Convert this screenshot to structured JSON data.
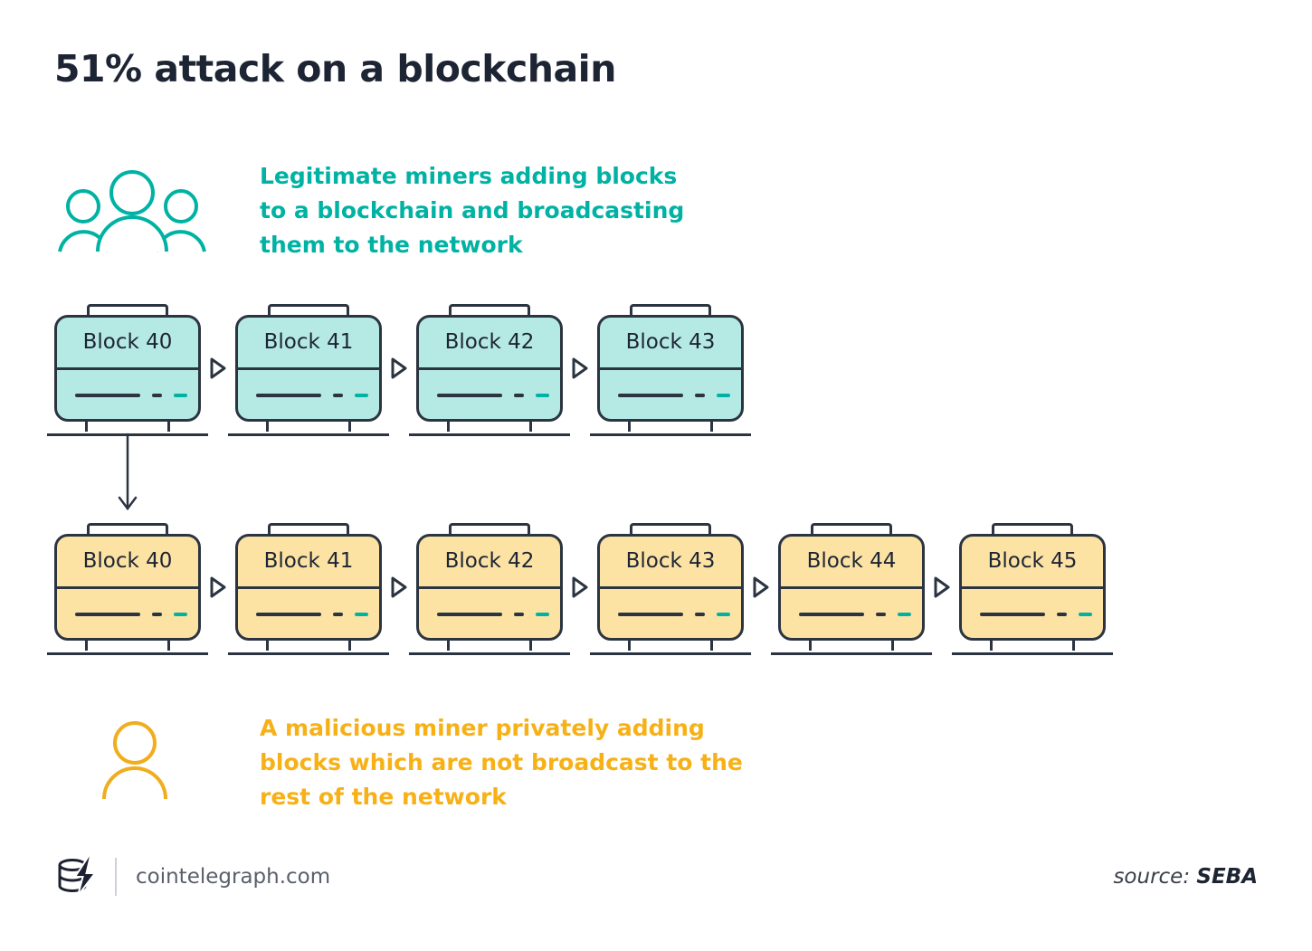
{
  "title": "51% attack on a blockchain",
  "legitimate": {
    "icon": "miners-group-icon",
    "lines": [
      "Legitimate miners adding blocks",
      "to a blockchain and broadcasting",
      "them to the network"
    ]
  },
  "malicious": {
    "icon": "miner-single-icon",
    "lines": [
      "A malicious miner privately adding",
      "blocks which are not broadcast to the",
      "rest of the network"
    ]
  },
  "public_chain": {
    "blocks": [
      "Block 40",
      "Block 41",
      "Block 42",
      "Block 43"
    ]
  },
  "private_chain": {
    "blocks": [
      "Block 40",
      "Block 41",
      "Block 42",
      "Block 43",
      "Block 44",
      "Block 45"
    ]
  },
  "footer": {
    "site": "cointelegraph.com",
    "source_label": "source:",
    "source_value": "SEBA"
  },
  "colors": {
    "teal": "#00b2a3",
    "teal_fill": "#b5eae4",
    "amber": "#f7b117",
    "amber_fill": "#fce3a4",
    "outline": "#2b3440"
  }
}
